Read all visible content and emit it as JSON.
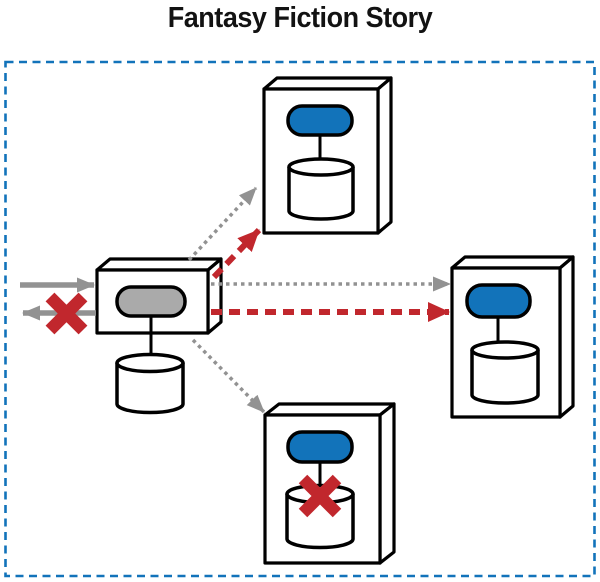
{
  "title": "Fantasy Fiction Story",
  "colors": {
    "accent_blue": "#1273BA",
    "frame_blue": "#1273BA",
    "error_red": "#C1272D",
    "arrow_gray": "#929292",
    "inactive_gray": "#AAAAAA",
    "outline_black": "#000000"
  },
  "icons": {
    "server_box": "3d-rectangular-box",
    "process_pill": "rounded-rectangle",
    "database": "cylinder",
    "failure_x": "bold-red-x-cross",
    "gray_link": "dotted-gray-arrow",
    "red_link": "dashed-red-arrow",
    "client_link": "solid-gray-arrow"
  }
}
